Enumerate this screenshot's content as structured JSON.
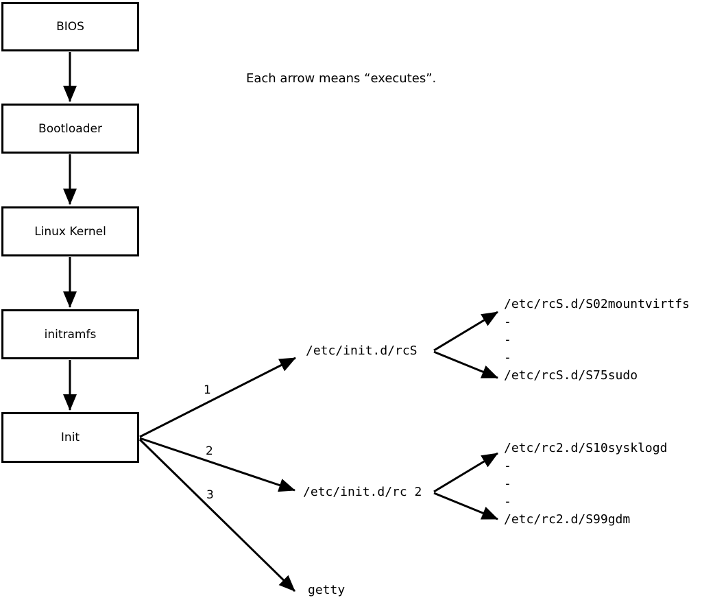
{
  "caption": "Each arrow means “executes”.",
  "boot_chain": [
    {
      "label": "BIOS"
    },
    {
      "label": "Bootloader"
    },
    {
      "label": "Linux Kernel"
    },
    {
      "label": "initramfs"
    },
    {
      "label": "Init"
    }
  ],
  "init_targets": [
    {
      "number": "1",
      "label": "/etc/init.d/rcS"
    },
    {
      "number": "2",
      "label": "/etc/init.d/rc 2"
    },
    {
      "number": "3",
      "label": "getty"
    }
  ],
  "rcS_scripts": {
    "first": "/etc/rcS.d/S02mountvirtfs",
    "ellipsis": [
      "-",
      "-",
      "-"
    ],
    "last": "/etc/rcS.d/S75sudo"
  },
  "rc2_scripts": {
    "first": "/etc/rc2.d/S10sysklogd",
    "ellipsis": [
      "-",
      "-",
      "-"
    ],
    "last": "/etc/rc2.d/S99gdm"
  },
  "colors": {
    "stroke": "#000000",
    "background": "#ffffff"
  }
}
